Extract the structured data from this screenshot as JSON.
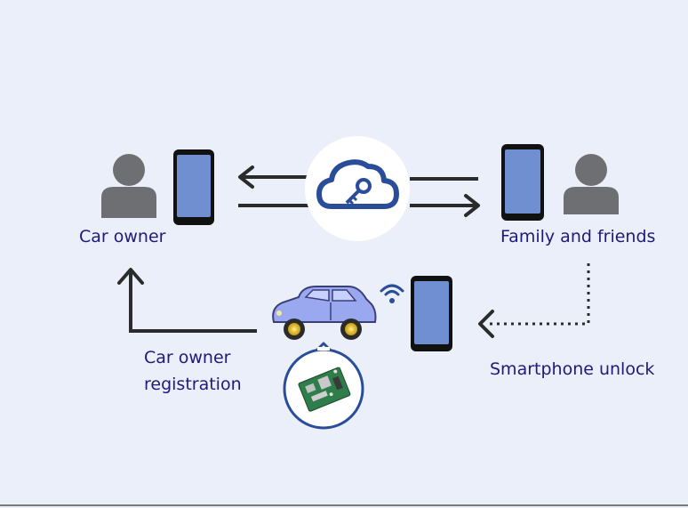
{
  "labels": {
    "car_owner": "Car owner",
    "family_and_friends": "Family and friends",
    "car_owner_registration_line1": "Car owner",
    "car_owner_registration_line2": "registration",
    "smartphone_unlock": "Smartphone unlock"
  },
  "icons": {
    "cloud": "cloud-key-icon",
    "person": "person-icon",
    "phone": "smartphone-icon",
    "car": "car-icon",
    "board": "circuit-board-icon",
    "wifi": "wifi-icon"
  },
  "colors": {
    "background": "#ebeffa",
    "label": "#1f1a7a",
    "person": "#6e6f73",
    "phone_screen": "#6f8fd0",
    "phone_body": "#111111",
    "cloud": "#2a4d9a",
    "arrow": "#2b2b2b",
    "car_body": "#9aa8f0"
  }
}
